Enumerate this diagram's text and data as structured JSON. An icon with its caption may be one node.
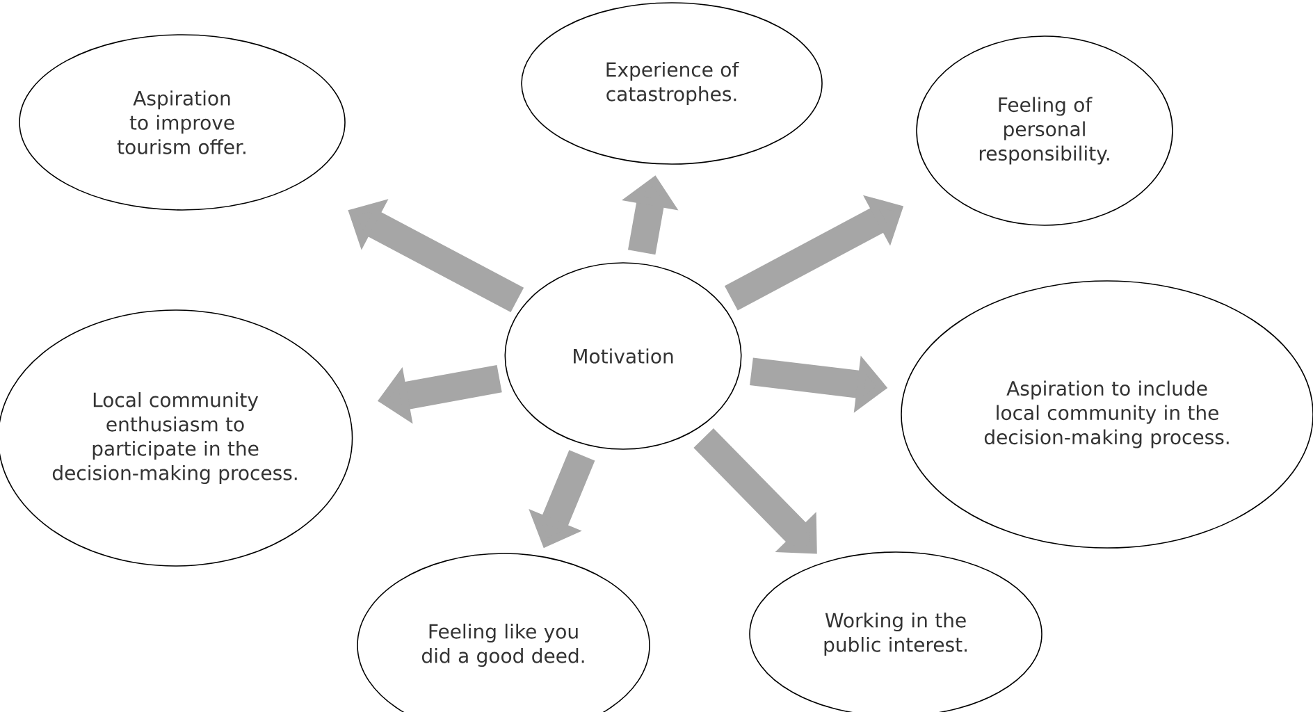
{
  "diagram": {
    "nodes": [
      {
        "text": [
          "Motivation"
        ]
      },
      {
        "text": [
          "Aspiration to improve tourism offer."
        ]
      },
      {
        "text": [
          "Experience of catastrophes."
        ]
      },
      {
        "text": [
          "Feeling of personal responsibility."
        ]
      },
      {
        "text": [
          "Aspiration to include local community in the decision-making process."
        ]
      },
      {
        "text": [
          "Local community enthusiasm to participate in the decision-making process."
        ]
      },
      {
        "text": [
          "Feeling like you did a good deed."
        ]
      },
      {
        "text": [
          "Working in the public interest."
        ]
      }
    ],
    "edges": [
      {
        "from": 0,
        "to": 1,
        "arrow": "to"
      },
      {
        "from": 0,
        "to": 2,
        "arrow": "to"
      },
      {
        "from": 0,
        "to": 3,
        "arrow": "to"
      },
      {
        "from": 0,
        "to": 4,
        "arrow": "to"
      },
      {
        "from": 0,
        "to": 5,
        "arrow": "to"
      },
      {
        "from": 0,
        "to": 6,
        "arrow": "to"
      },
      {
        "from": 0,
        "to": 7,
        "arrow": "to"
      }
    ]
  }
}
